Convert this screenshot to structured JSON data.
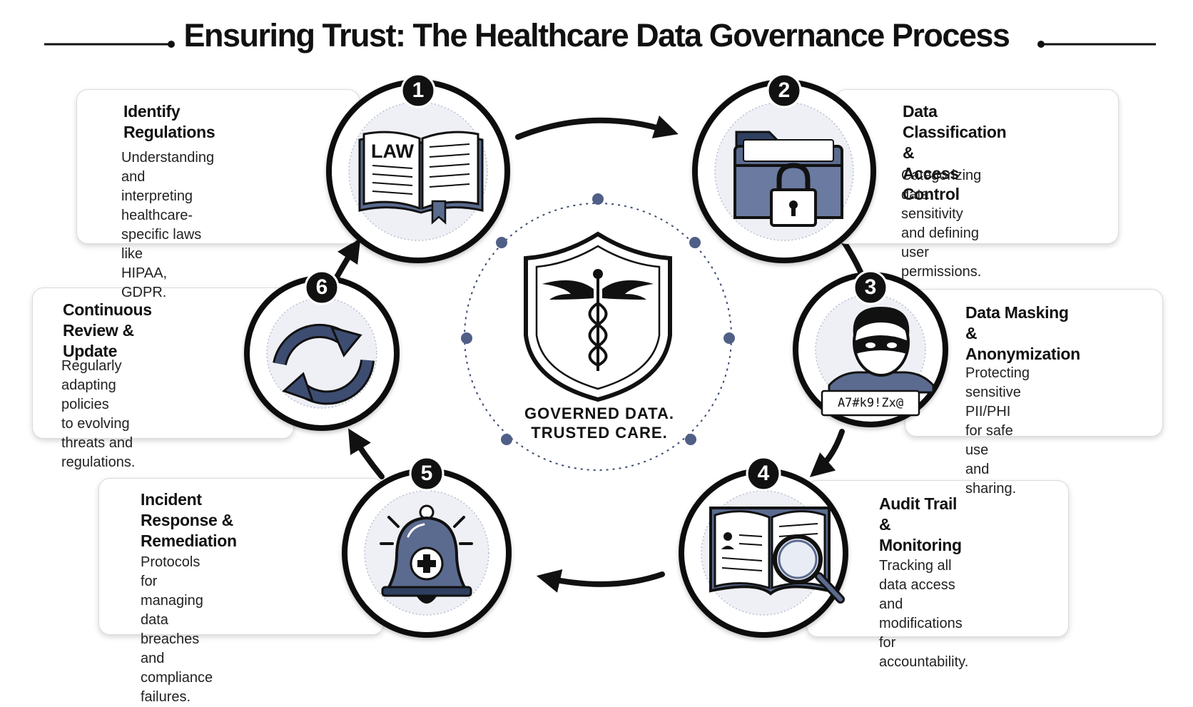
{
  "title": "Ensuring Trust: The Healthcare Data Governance Process",
  "center": {
    "line1": "GOVERNED DATA.",
    "line2": "TRUSTED CARE."
  },
  "steps": [
    {
      "number": "1",
      "title_lines": [
        "Identify Regulations"
      ],
      "desc_lines": [
        "Understanding and",
        "interpreting healthcare-",
        "specific laws like",
        "HIPAA, GDPR."
      ],
      "icon": "law-book-icon",
      "icon_text": "LAW"
    },
    {
      "number": "2",
      "title_lines": [
        "Data Classification &",
        "Access Control"
      ],
      "desc_lines": [
        "Categorizing data sensitivity",
        "and defining user",
        "permissions."
      ],
      "icon": "locked-folder-icon"
    },
    {
      "number": "3",
      "title_lines": [
        "Data Masking &",
        "Anonymization"
      ],
      "desc_lines": [
        "Protecting sensitive",
        "PII/PHI for safe use",
        "and sharing."
      ],
      "icon": "masked-person-icon",
      "icon_text": "A7#k9!Zx@"
    },
    {
      "number": "4",
      "title_lines": [
        "Audit Trail &",
        "Monitoring"
      ],
      "desc_lines": [
        "Tracking all data access",
        "and modifications for",
        "accountability."
      ],
      "icon": "audit-log-magnifier-icon"
    },
    {
      "number": "5",
      "title_lines": [
        "Incident Response &",
        "Remediation"
      ],
      "desc_lines": [
        "Protocols for managing",
        "data breaches and",
        "compliance failures."
      ],
      "icon": "alarm-bell-icon"
    },
    {
      "number": "6",
      "title_lines": [
        "Continuous Review &",
        "Update"
      ],
      "desc_lines": [
        "Regularly adapting policies",
        "to evolving threats and",
        "regulations."
      ],
      "icon": "refresh-cycle-icon"
    }
  ],
  "colors": {
    "ink": "#111111",
    "icon_fill": "#5b6b8f",
    "icon_dark": "#2f3f60",
    "icon_bg": "#eef0f6"
  }
}
